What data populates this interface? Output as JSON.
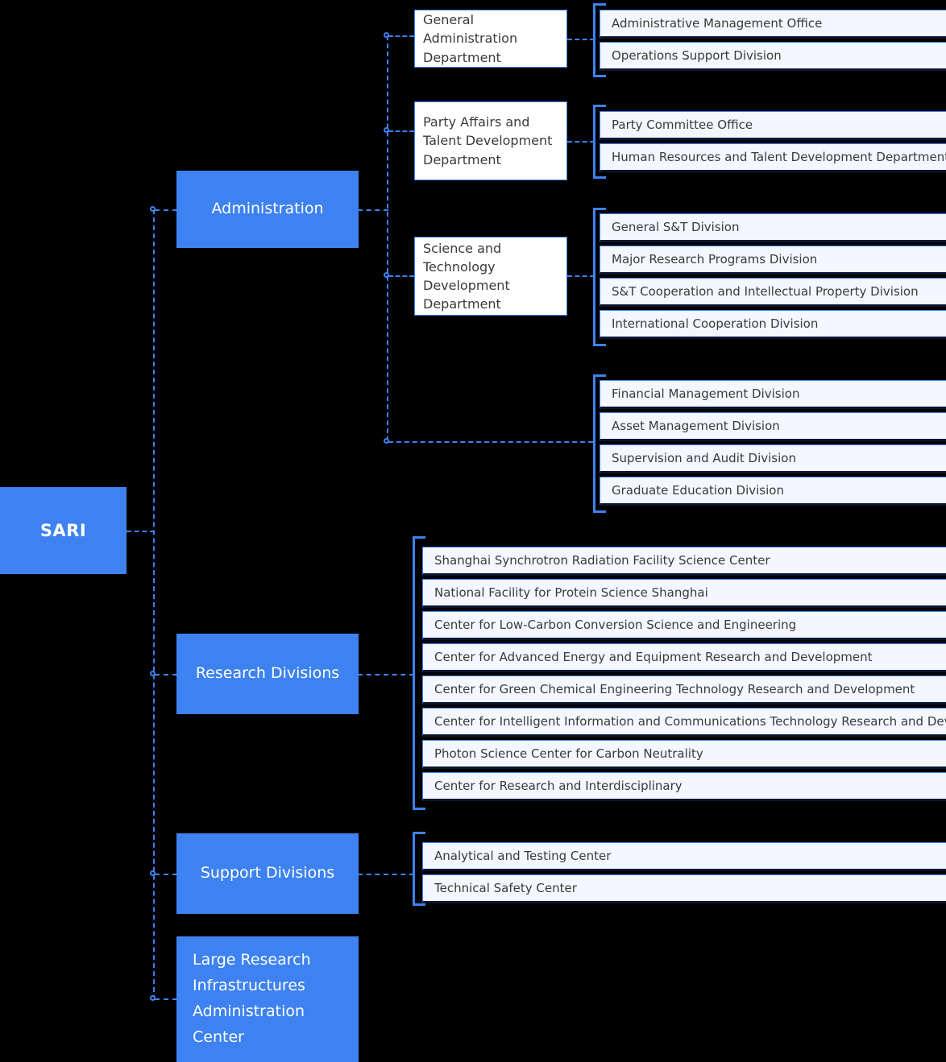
{
  "root": {
    "label": "SARI"
  },
  "categories": [
    {
      "label": "Administration"
    },
    {
      "label": "Research Divisions"
    },
    {
      "label": "Support Divisions"
    },
    {
      "label": "Large Research Infrastructures Administration Center"
    }
  ],
  "departments": [
    {
      "label": "General Administration Department"
    },
    {
      "label": "Party Affairs and Talent Development Department"
    },
    {
      "label": "Science and Technology Development Department"
    }
  ],
  "groups": {
    "general_administration": [
      {
        "label": "Administrative Management Office"
      },
      {
        "label": "Operations Support Division"
      }
    ],
    "party_affairs": [
      {
        "label": "Party Committee Office"
      },
      {
        "label": "Human Resources and Talent Development Department"
      }
    ],
    "science_technology": [
      {
        "label": "General S&T Division"
      },
      {
        "label": "Major Research Programs Division"
      },
      {
        "label": "S&T Cooperation and Intellectual Property Division"
      },
      {
        "label": "International Cooperation Division"
      }
    ],
    "finance_and_education": [
      {
        "label": "Financial Management Division"
      },
      {
        "label": "Asset Management Division"
      },
      {
        "label": "Supervision and Audit Division"
      },
      {
        "label": "Graduate Education Division"
      }
    ],
    "research_divisions": [
      {
        "label": "Shanghai Synchrotron Radiation Facility Science Center"
      },
      {
        "label": "National Facility for Protein Science Shanghai"
      },
      {
        "label": "Center for Low-Carbon Conversion Science and Engineering"
      },
      {
        "label": "Center for Advanced Energy and Equipment Research and Development"
      },
      {
        "label": "Center for Green Chemical Engineering Technology Research and Development"
      },
      {
        "label": "Center for Intelligent Information and Communications Technology Research and Development"
      },
      {
        "label": "Photon Science Center for Carbon Neutrality"
      },
      {
        "label": "Center for Research and Interdisciplinary"
      }
    ],
    "support_divisions": [
      {
        "label": "Analytical and Testing Center"
      },
      {
        "label": "Technical Safety Center"
      }
    ]
  },
  "colors": {
    "background": "#000000",
    "accent_blue": "#3d82f0",
    "leaf_fill": "#f4f7ff",
    "leaf_shadow": "#0b1630",
    "dept_fill": "#ffffff",
    "text_dark": "#3a3a3a",
    "text_light": "#ffffff"
  }
}
